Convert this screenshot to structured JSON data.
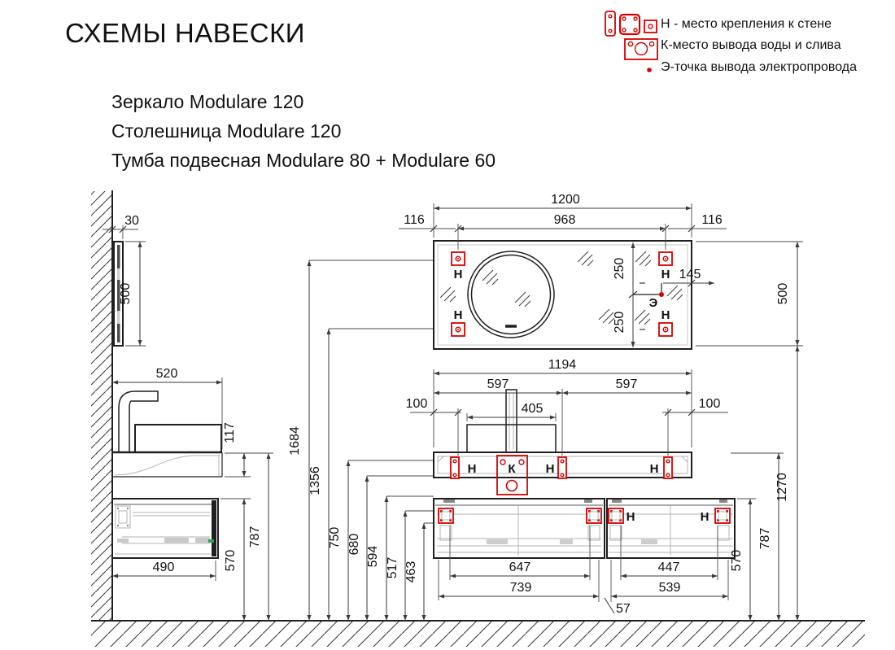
{
  "title": "СХЕМЫ НАВЕСКИ",
  "products": {
    "mirror": "Зеркало Modulare 120",
    "countertop": "Столешница Modulare 120",
    "vanity": "Тумба подвесная Modulare 80 + Modulare 60"
  },
  "legend": {
    "items": [
      {
        "icon": "wall-mount-plates-icon",
        "label": "Н - место крепления к стене"
      },
      {
        "icon": "water-outlet-icon",
        "label": "К-место вывода воды и слива"
      },
      {
        "icon": "electric-dot-icon",
        "label": "Э-точка вывода электропровода"
      }
    ]
  },
  "symbols": {
    "mount": "Н",
    "water": "К",
    "electric": "Э"
  },
  "colors": {
    "marker_red": "#d40000",
    "line": "#1f1f1f",
    "accent_green": "#2ea44f"
  },
  "dims": {
    "mirror_width": "1200",
    "mirror_mount_span": "968",
    "mirror_edge_left": "116",
    "mirror_edge_right": "116",
    "mirror_depth": "30",
    "mirror_height": "500",
    "mirror_height_right": "500",
    "mirror_mount_top": "250",
    "mirror_mount_bottom": "250",
    "electric_offset": "145",
    "counter_depth": "520",
    "counter_thickness": "117",
    "counter_width": "1194",
    "counter_half_left": "597",
    "counter_half_right": "597",
    "counter_edge_left": "100",
    "counter_edge_right": "100",
    "basin_width": "405",
    "h_mirror_mount_top": "1684",
    "h_mirror_mount_bottom": "1356",
    "h_counter_mount_top": "750",
    "h_counter_mount_bottom": "680",
    "h_cabinet_top": "594",
    "h_cabinet_mount_top": "517",
    "h_cabinet_mount_bottom": "463",
    "h_counter_left": "787",
    "h_cabinet_left": "570",
    "h_counter_right": "787",
    "h_cabinet_right": "570",
    "h_mirror_bottom": "1270",
    "cabinet_side_width": "490",
    "cab80_mount_span": "647",
    "cab80_width": "739",
    "cab60_mount_span": "447",
    "cab60_width": "539",
    "cabinet_gap": "57"
  }
}
